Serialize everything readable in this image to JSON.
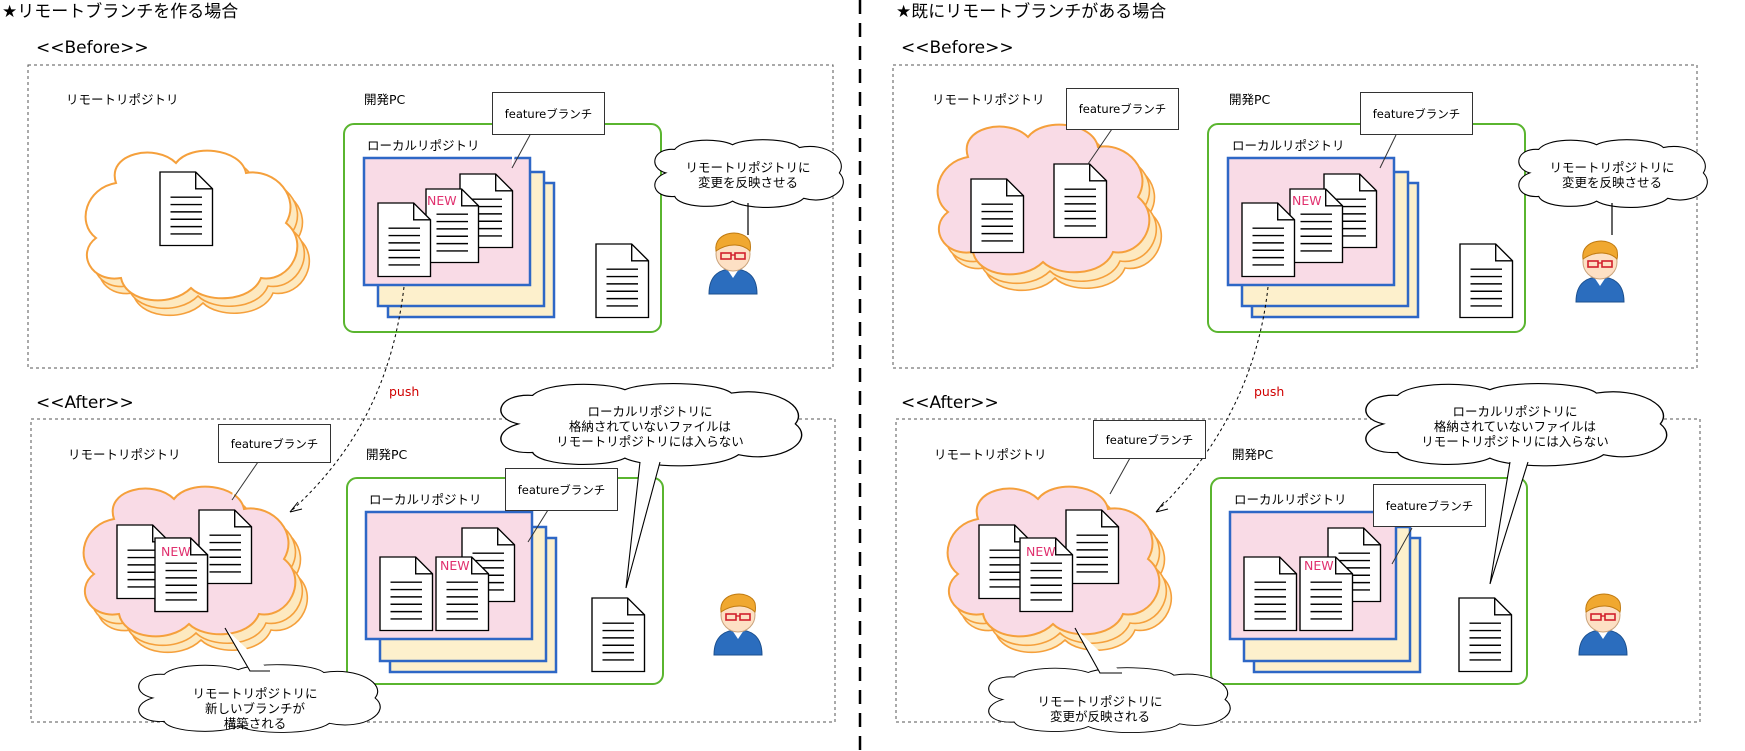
{
  "left": {
    "title": "★リモートブランチを作る場合",
    "before": {
      "heading": "<<Before>>",
      "remote_label": "リモートリポジトリ",
      "pc_label": "開発PC",
      "local_label": "ローカルリポジトリ",
      "branch_tag": "featureブランチ",
      "new_badge": "NEW",
      "bubble": [
        "リモートリポジトリに",
        "変更を反映させる"
      ]
    },
    "push_label": "push",
    "after": {
      "heading": "<<After>>",
      "remote_label": "リモートリポジトリ",
      "remote_branch_tag": "featureブランチ",
      "pc_label": "開発PC",
      "local_label": "ローカルリポジトリ",
      "branch_tag": "featureブランチ",
      "remote_new_badge": "NEW",
      "local_new_badge": "NEW",
      "top_bubble": [
        "ローカルリポジトリに",
        "格納されていないファイルは",
        "リモートリポジトリには入らない"
      ],
      "bottom_bubble": [
        "リモートリポジトリに",
        "新しいブランチが",
        "構築される"
      ]
    }
  },
  "right": {
    "title": "★既にリモートブランチがある場合",
    "before": {
      "heading": "<<Before>>",
      "remote_label": "リモートリポジトリ",
      "remote_branch_tag": "featureブランチ",
      "pc_label": "開発PC",
      "local_label": "ローカルリポジトリ",
      "branch_tag": "featureブランチ",
      "new_badge": "NEW",
      "bubble": [
        "リモートリポジトリに",
        "変更を反映させる"
      ]
    },
    "push_label": "push",
    "after": {
      "heading": "<<After>>",
      "remote_label": "リモートリポジトリ",
      "remote_branch_tag": "featureブランチ",
      "pc_label": "開発PC",
      "local_label": "ローカルリポジトリ",
      "branch_tag": "featureブランチ",
      "remote_new_badge": "NEW",
      "local_new_badge": "NEW",
      "top_bubble": [
        "ローカルリポジトリに",
        "格納されていないファイルは",
        "リモートリポジトリには入らない"
      ],
      "bottom_bubble": [
        "リモートリポジトリに",
        "変更が反映される"
      ]
    }
  },
  "colors": {
    "cloud_outline": "#f5a03c",
    "cloud_back_fill": "#fde9c0",
    "cloud_pink": "#f9dbe6",
    "repo_border": "#2e67c6",
    "repo_pink": "#f9dbe6",
    "repo_cream": "#fdf0cc",
    "pc_border": "#5ab52f",
    "new_text": "#e0306e",
    "push_text": "#d00000"
  }
}
